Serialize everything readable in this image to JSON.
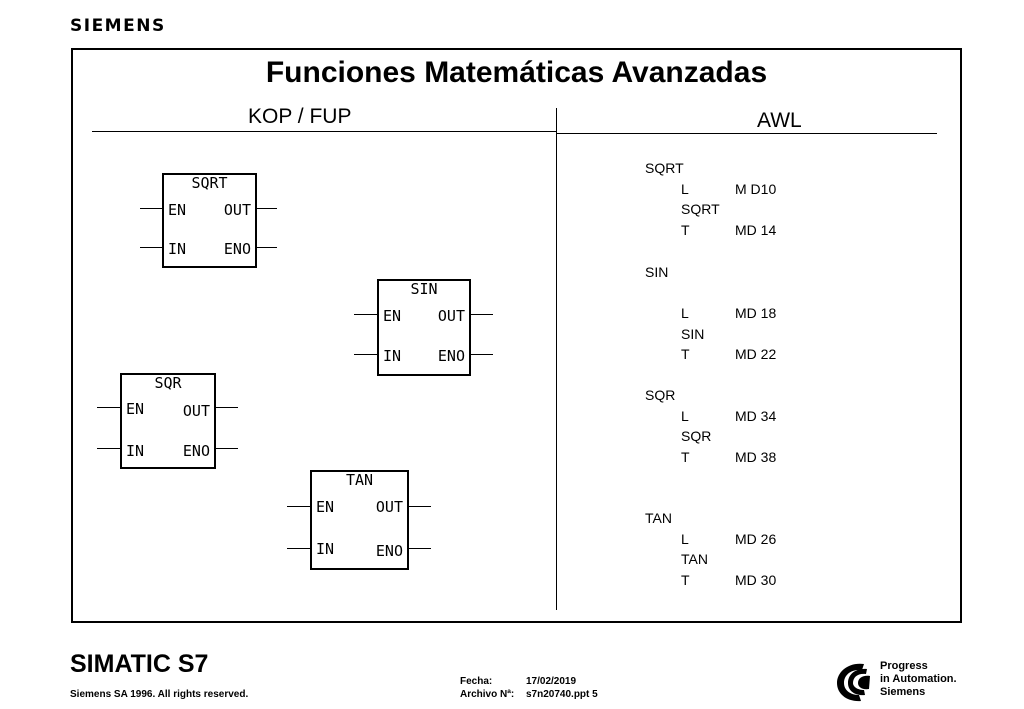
{
  "header": {
    "brand": "SIEMENS"
  },
  "slide": {
    "title": "Funciones Matemáticas Avanzadas",
    "col_left": "KOP / FUP",
    "col_right": "AWL"
  },
  "blocks": [
    {
      "name": "SQRT",
      "en": "EN",
      "out": "OUT",
      "in": "IN",
      "eno": "ENO"
    },
    {
      "name": "SIN",
      "en": "EN",
      "out": "OUT",
      "in": "IN",
      "eno": "ENO"
    },
    {
      "name": "SQR",
      "en": "EN",
      "out": "OUT",
      "in": "IN",
      "eno": "ENO"
    },
    {
      "name": "TAN",
      "en": "EN",
      "out": "OUT",
      "in": "IN",
      "eno": "ENO"
    }
  ],
  "awl": {
    "sqrt": {
      "head": "SQRT",
      "l": "L",
      "l_arg": "M D10",
      "op": "SQRT",
      "t": "T",
      "t_arg": "MD 14"
    },
    "sin": {
      "head": "SIN",
      "l": "L",
      "l_arg": "MD 18",
      "op": "SIN",
      "t": "T",
      "t_arg": "MD 22"
    },
    "sqr": {
      "head": "SQR",
      "l": "L",
      "l_arg": "MD 34",
      "op": "SQR",
      "t": "T",
      "t_arg": "MD 38"
    },
    "tan": {
      "head": "TAN",
      "l": "L",
      "l_arg": "MD 26",
      "op": "TAN",
      "t": "T",
      "t_arg": "MD 30"
    }
  },
  "footer": {
    "product": "SIMATIC S7",
    "rights": "Siemens SA 1996.  All rights reserved.",
    "fecha_label": "Fecha:",
    "fecha": "17/02/2019",
    "archivo_label": "Archivo Nª:",
    "archivo": "s7n20740.ppt 5",
    "slogan_1": "Progress",
    "slogan_2": "in Automation.",
    "slogan_3": "Siemens"
  }
}
